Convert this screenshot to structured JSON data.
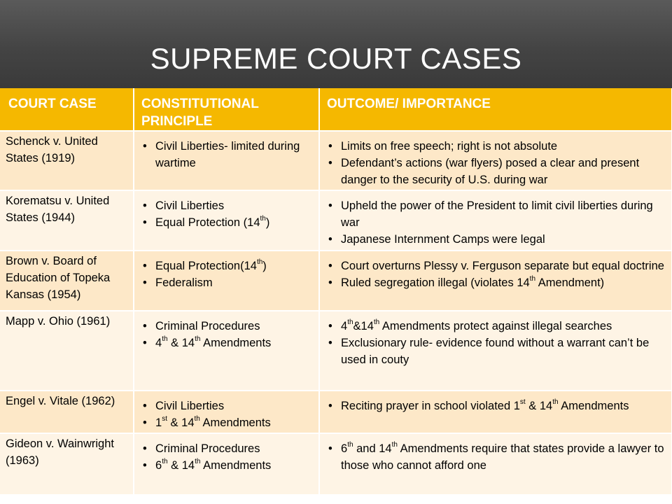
{
  "title": "SUPREME COURT CASES",
  "headers": [
    "COURT CASE",
    "CONSTITUTIONAL PRINCIPLE",
    "OUTCOME/ IMPORTANCE"
  ],
  "rows": [
    {
      "case": "Schenck v. United States (1919)",
      "principles": [
        "Civil Liberties- limited during wartime"
      ],
      "outcomes": [
        "Limits on free speech; right is not absolute",
        "Defendant’s actions (war flyers) posed a clear and present danger to the security of U.S. during war"
      ]
    },
    {
      "case": "Korematsu v. United States (1944)",
      "principles": [
        "Civil Liberties",
        "Equal Protection (14th)"
      ],
      "outcomes": [
        "Upheld the power of the President to limit civil liberties during war",
        "Japanese Internment Camps were legal"
      ]
    },
    {
      "case": "Brown v. Board of Education of Topeka Kansas (1954)",
      "principles": [
        "Equal Protection(14th)",
        "Federalism"
      ],
      "outcomes": [
        "Court overturns Plessy v. Ferguson separate but equal doctrine",
        "Ruled segregation illegal (violates 14th Amendment)"
      ]
    },
    {
      "case": "Mapp v. Ohio (1961)",
      "principles": [
        "Criminal Procedures",
        "4th & 14th Amendments"
      ],
      "outcomes": [
        "4th&14th Amendments protect against illegal searches",
        "Exclusionary rule- evidence found without a warrant can’t be used in couty"
      ]
    },
    {
      "case": "Engel v. Vitale (1962)",
      "principles": [
        "Civil Liberties",
        "1st & 14th Amendments"
      ],
      "outcomes": [
        "Reciting prayer in school violated 1st & 14th Amendments"
      ]
    },
    {
      "case": "Gideon v. Wainwright (1963)",
      "principles": [
        "Criminal Procedures",
        "6th & 14th Amendments"
      ],
      "outcomes": [
        "6th and 14th Amendments require that states provide a lawyer to those who cannot afford one"
      ]
    }
  ]
}
